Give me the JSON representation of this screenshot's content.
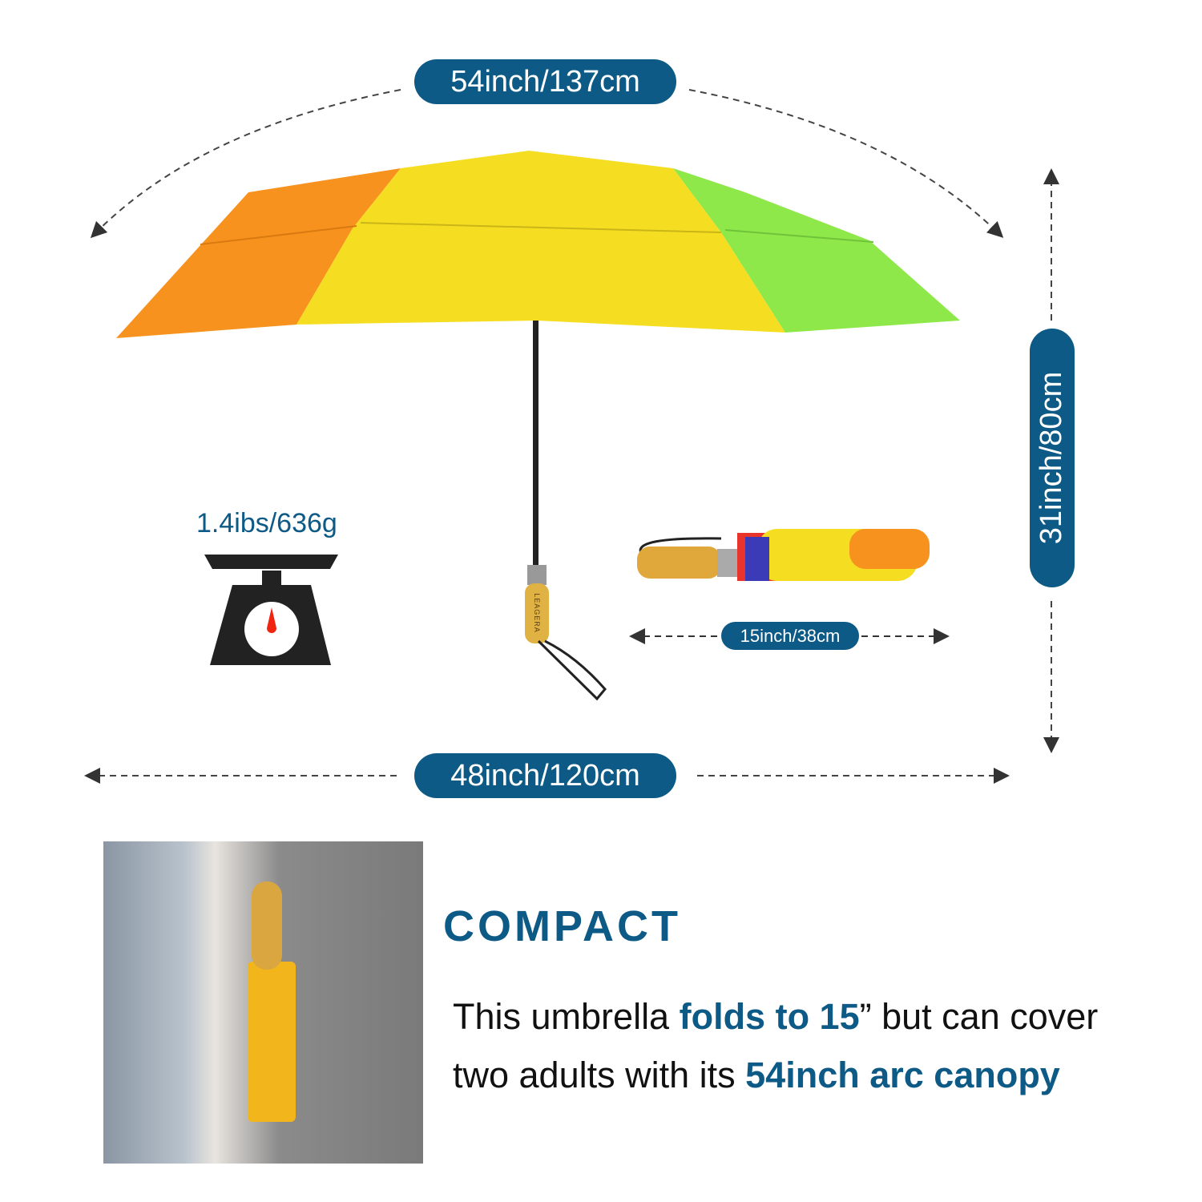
{
  "dimensions": {
    "arc_width": "54inch/137cm",
    "width": "48inch/120cm",
    "height": "31inch/80cm",
    "folded_length": "15inch/38cm",
    "weight": "1.4ibs/636g"
  },
  "handle_brand": "LEAGERA",
  "feature": {
    "title": "COMPACT",
    "line1_a": "This umbrella ",
    "line1_b": "folds to 15",
    "line1_c": "” but can cover",
    "line2_a": "two adults with its ",
    "line2_b": "54inch arc canopy"
  },
  "colors": {
    "accent": "#0c5a85",
    "orange": "#f7921e",
    "yellow": "#f7e02a",
    "green": "#8ee84a"
  }
}
